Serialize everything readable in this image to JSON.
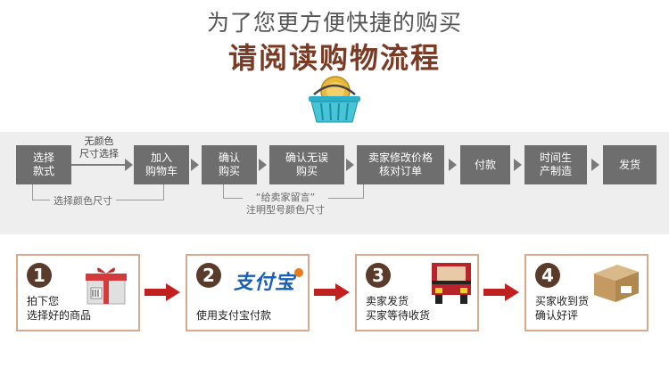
{
  "header": {
    "title": "为了您更方便快捷的购买",
    "subtitle": "请阅读购物流程"
  },
  "flow": {
    "steps": [
      {
        "line1": "选择",
        "line2": "款式"
      },
      {
        "line1": "加入",
        "line2": "购物车"
      },
      {
        "line1": "确认",
        "line2": "购买"
      },
      {
        "line1": "确认无误",
        "line2": "购买"
      },
      {
        "line1": "卖家修改价格",
        "line2": "核对订单"
      },
      {
        "line1": "付款",
        "line2": ""
      },
      {
        "line1": "时间生",
        "line2": "产制造"
      },
      {
        "line1": "发货",
        "line2": ""
      }
    ],
    "arrow_note": {
      "line1": "无颜色",
      "line2": "尺寸选择"
    },
    "bracket_note_1": "选择颜色尺寸",
    "bracket_note_2": {
      "line1": "“给卖家留言”",
      "line2": "注明型号颜色尺寸"
    }
  },
  "cards": [
    {
      "number": "1",
      "line1": "拍下您",
      "line2": "选择好的商品",
      "icon": "gift-box-icon"
    },
    {
      "number": "2",
      "line1": "使用支付宝付款",
      "line2": "",
      "icon": "alipay-logo",
      "logo_text": "支付宝"
    },
    {
      "number": "3",
      "line1": "卖家发货",
      "line2": "买家等待收货",
      "icon": "truck-icon"
    },
    {
      "number": "4",
      "line1": "买家收到货",
      "line2": "确认好评",
      "icon": "package-icon"
    }
  ],
  "colors": {
    "title": "#555555",
    "subtitle": "#7a3a23",
    "step_box": "#6e6e6e",
    "card_border": "#d8a98f",
    "red_arrow": "#c0201e"
  }
}
